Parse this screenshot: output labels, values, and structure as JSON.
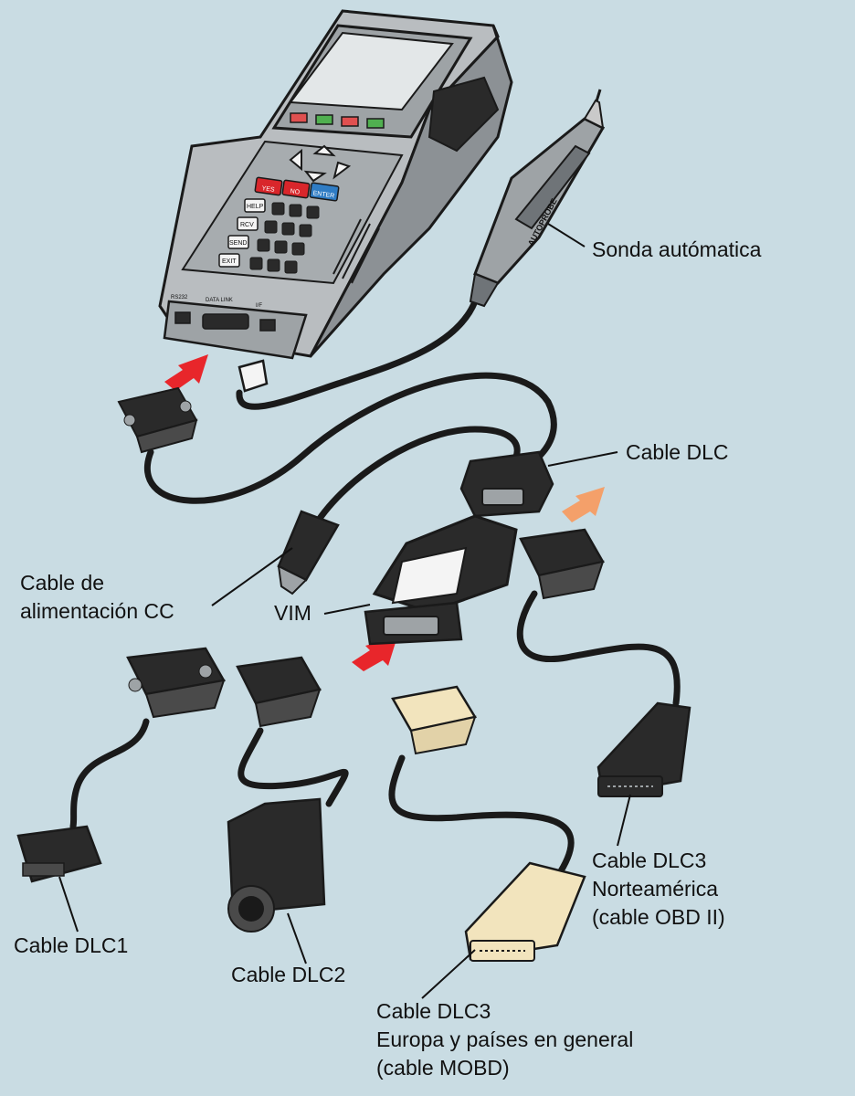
{
  "colors": {
    "background": "#c9dce3",
    "device_body": "#b9bdc0",
    "device_dark": "#6f7478",
    "screen": "#e3e7e8",
    "key_red": "#d9262b",
    "key_blue": "#2f7cc4",
    "cable": "#1a1a1a",
    "connector_dark": "#2a2a2a",
    "connector_beige": "#f2e4bd",
    "arrow_red": "#e8262b",
    "arrow_orange": "#f4a06a"
  },
  "device": {
    "keys_red": [
      "YES",
      "NO"
    ],
    "key_blue": "ENTER",
    "keys_side": [
      "HELP",
      "RCV",
      "SEND",
      "EXIT"
    ],
    "port_labels": [
      "RS232",
      "DATA LINK",
      "I/F"
    ],
    "probe_text": "AUTOPROBE"
  },
  "labels": {
    "autoprobe": "Sonda autómatica",
    "dlc_cable": "Cable DLC",
    "dc_power_line1": "Cable de",
    "dc_power_line2": "alimentación CC",
    "vim": "VIM",
    "dlc1": "Cable DLC1",
    "dlc2": "Cable DLC2",
    "dlc3_na_line1": "Cable DLC3",
    "dlc3_na_line2": "Norteamérica",
    "dlc3_na_line3": "(cable OBD II)",
    "dlc3_eu_line1": "Cable DLC3",
    "dlc3_eu_line2": "Europa y países en general",
    "dlc3_eu_line3": "(cable MOBD)"
  }
}
